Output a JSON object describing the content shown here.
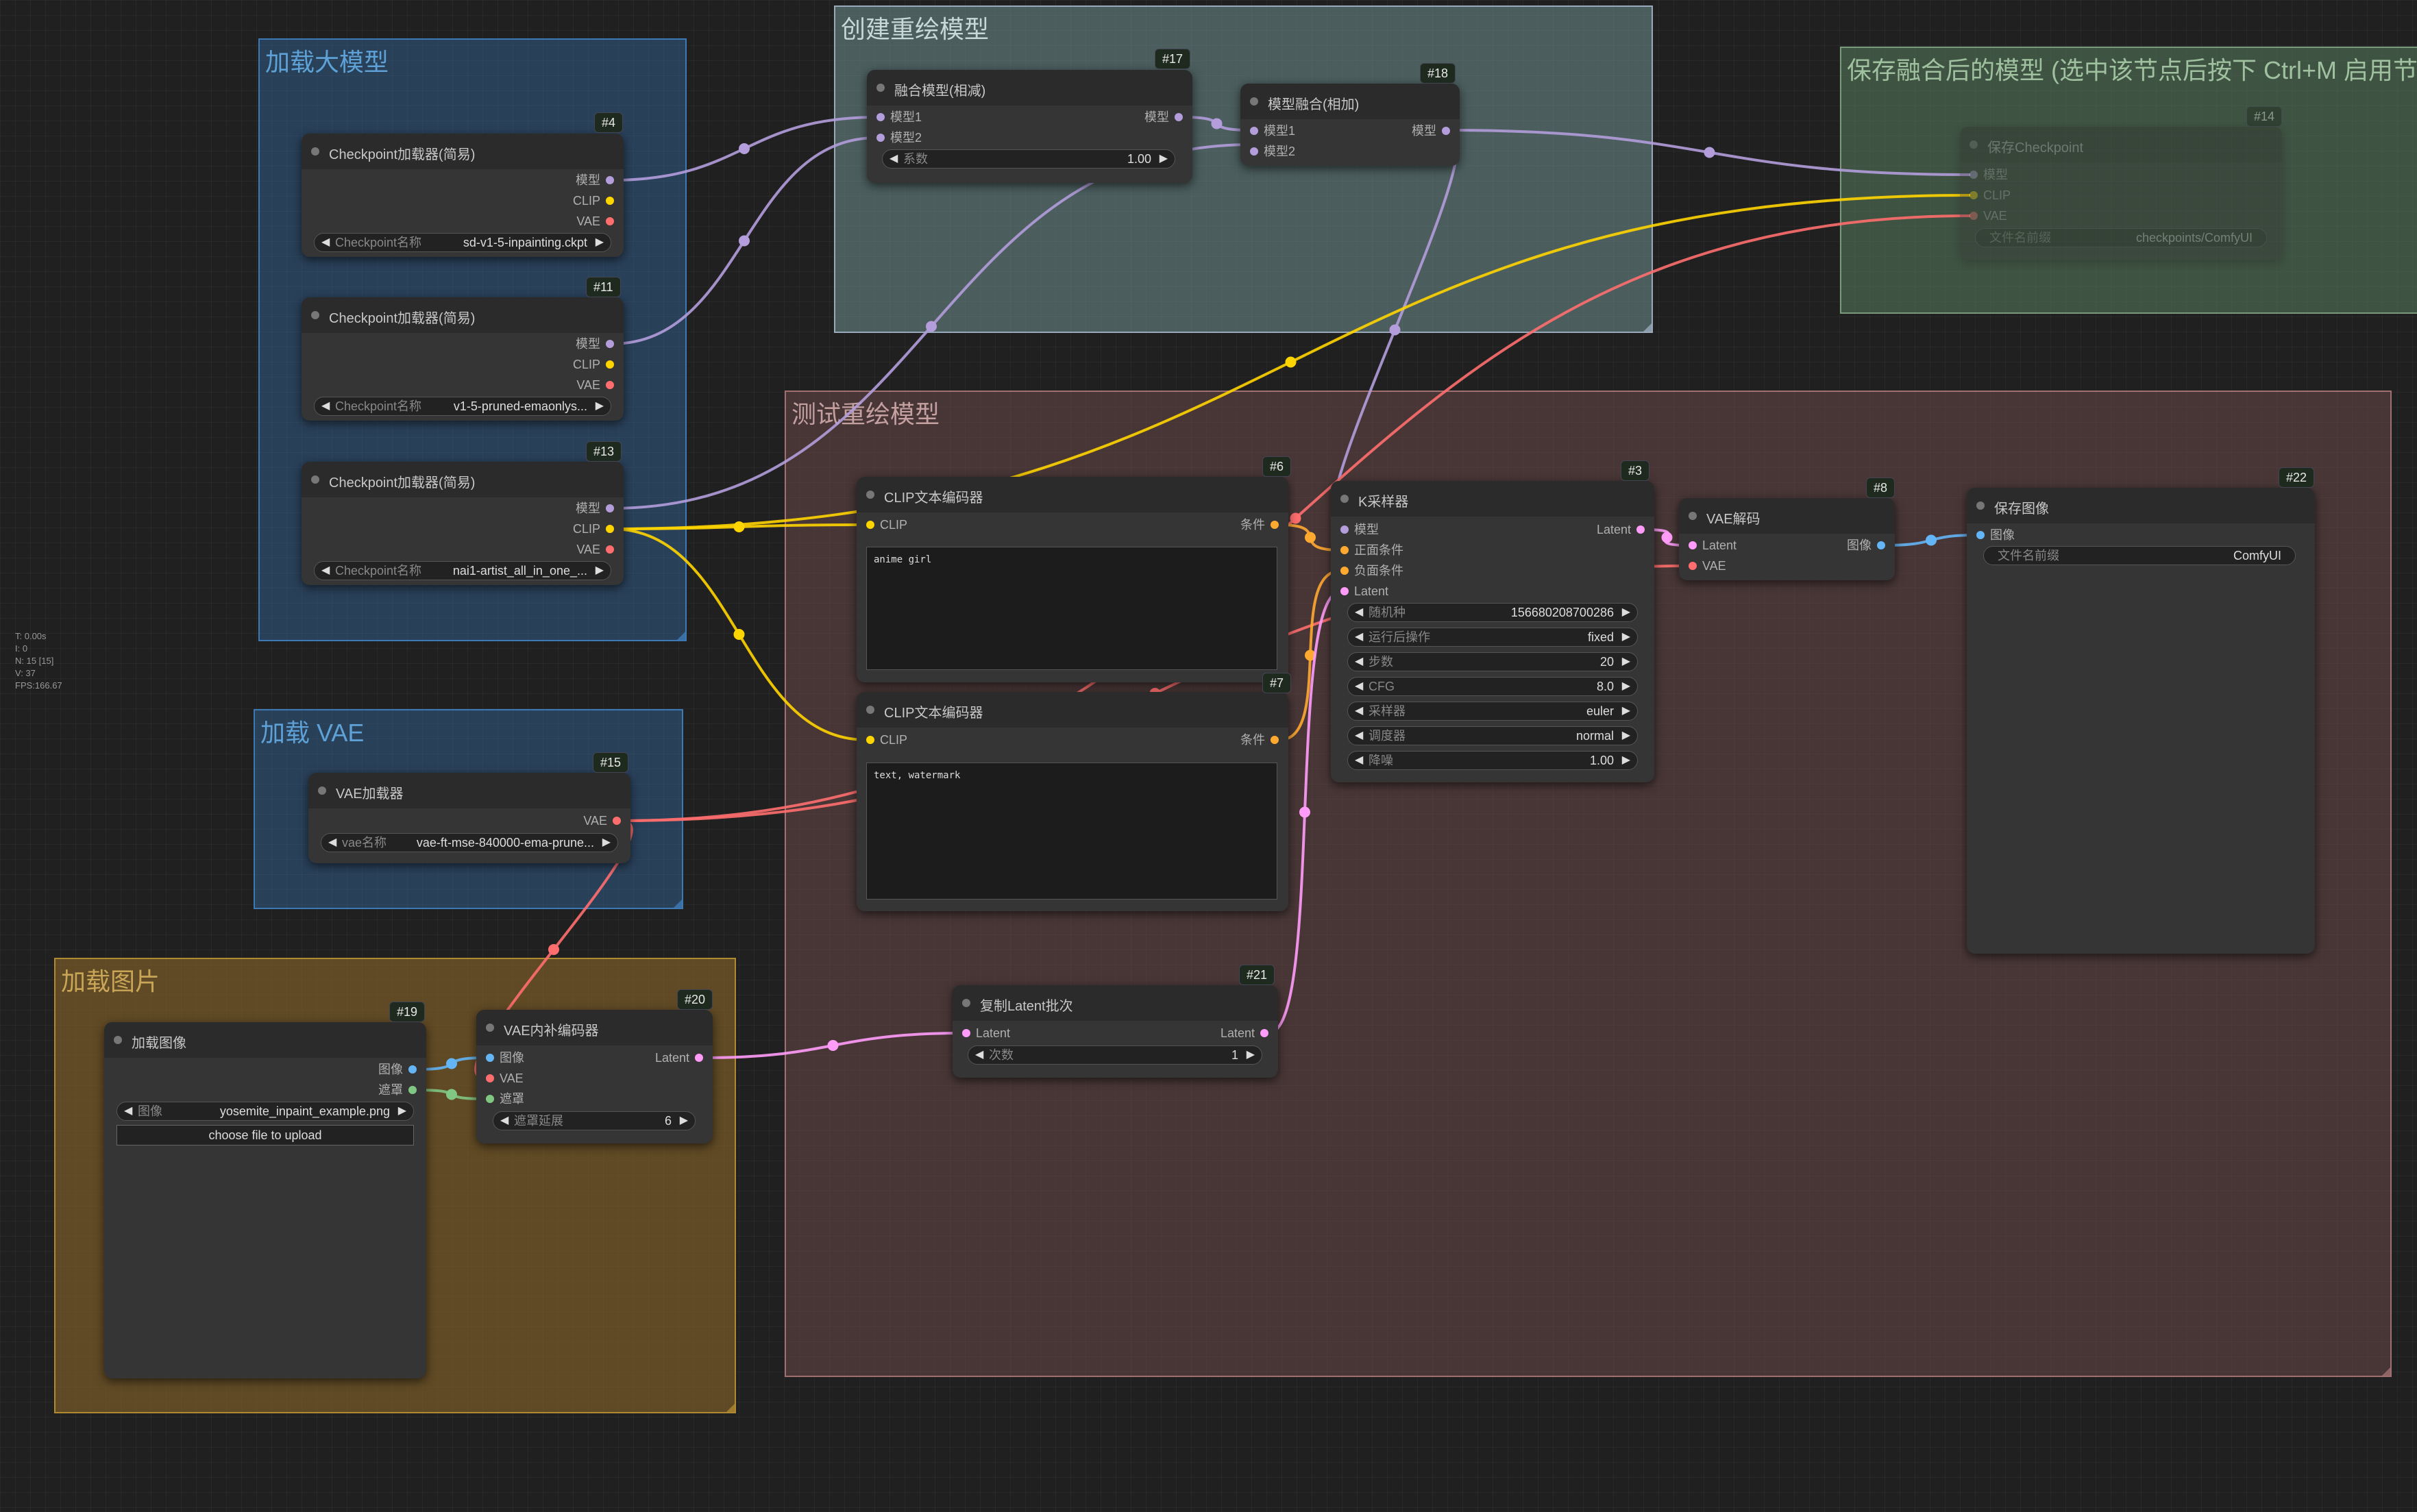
{
  "colors": {
    "model": "#b39ddb",
    "clip": "#ffd500",
    "vae": "#ff6e6e",
    "latent": "#ff9cf9",
    "image": "#64b5f6",
    "mask": "#81c784",
    "conditioning": "#ffa931"
  },
  "stats": [
    "T: 0.00s",
    "I: 0",
    "N: 15 [15]",
    "V: 37",
    "FPS:166.67"
  ],
  "groups": {
    "load_model": "加载大模型",
    "create_model": "创建重绘模型",
    "save_merged": "保存融合后的模型 (选中该节点后按下 Ctrl+M 启用节",
    "test_model": "测试重绘模型",
    "load_vae": "加载 VAE",
    "load_image": "加载图片"
  },
  "nodes": {
    "n4": {
      "id": "#4",
      "title": "Checkpoint加载器(简易)",
      "out_model": "模型",
      "out_clip": "CLIP",
      "out_vae": "VAE",
      "w_label": "Checkpoint名称",
      "w_value": "sd-v1-5-inpainting.ckpt"
    },
    "n11": {
      "id": "#11",
      "title": "Checkpoint加载器(简易)",
      "out_model": "模型",
      "out_clip": "CLIP",
      "out_vae": "VAE",
      "w_label": "Checkpoint名称",
      "w_value": "v1-5-pruned-emaonlys..."
    },
    "n13": {
      "id": "#13",
      "title": "Checkpoint加载器(简易)",
      "out_model": "模型",
      "out_clip": "CLIP",
      "out_vae": "VAE",
      "w_label": "Checkpoint名称",
      "w_value": "nai1-artist_all_in_one_..."
    },
    "n17": {
      "id": "#17",
      "title": "融合模型(相减)",
      "in1": "模型1",
      "in2": "模型2",
      "out": "模型",
      "w_label": "系数",
      "w_value": "1.00"
    },
    "n18": {
      "id": "#18",
      "title": "模型融合(相加)",
      "in1": "模型1",
      "in2": "模型2",
      "out": "模型"
    },
    "n14": {
      "id": "#14",
      "title": "保存Checkpoint",
      "in_model": "模型",
      "in_clip": "CLIP",
      "in_vae": "VAE",
      "w_label": "文件名前缀",
      "w_value": "checkpoints/ComfyUI"
    },
    "n6": {
      "id": "#6",
      "title": "CLIP文本编码器",
      "in": "CLIP",
      "out": "条件",
      "text": "anime girl"
    },
    "n7": {
      "id": "#7",
      "title": "CLIP文本编码器",
      "in": "CLIP",
      "out": "条件",
      "text": "text, watermark"
    },
    "n3": {
      "id": "#3",
      "title": "K采样器",
      "in_model": "模型",
      "in_pos": "正面条件",
      "in_neg": "负面条件",
      "in_latent": "Latent",
      "out": "Latent",
      "widgets": [
        {
          "label": "随机种",
          "value": "156680208700286"
        },
        {
          "label": "运行后操作",
          "value": "fixed"
        },
        {
          "label": "步数",
          "value": "20"
        },
        {
          "label": "CFG",
          "value": "8.0"
        },
        {
          "label": "采样器",
          "value": "euler"
        },
        {
          "label": "调度器",
          "value": "normal"
        },
        {
          "label": "降噪",
          "value": "1.00"
        }
      ]
    },
    "n8": {
      "id": "#8",
      "title": "VAE解码",
      "in_latent": "Latent",
      "in_vae": "VAE",
      "out": "图像"
    },
    "n22": {
      "id": "#22",
      "title": "保存图像",
      "in": "图像",
      "w_label": "文件名前缀",
      "w_value": "ComfyUI"
    },
    "n15": {
      "id": "#15",
      "title": "VAE加载器",
      "out": "VAE",
      "w_label": "vae名称",
      "w_value": "vae-ft-mse-840000-ema-prune..."
    },
    "n19": {
      "id": "#19",
      "title": "加载图像",
      "out_image": "图像",
      "out_mask": "遮罩",
      "w_label": "图像",
      "w_value": "yosemite_inpaint_example.png",
      "upload": "choose file to upload"
    },
    "n20": {
      "id": "#20",
      "title": "VAE内补编码器",
      "in_image": "图像",
      "in_vae": "VAE",
      "in_mask": "遮罩",
      "out": "Latent",
      "w_label": "遮罩延展",
      "w_value": "6"
    },
    "n21": {
      "id": "#21",
      "title": "复制Latent批次",
      "in": "Latent",
      "out": "Latent",
      "w_label": "次数",
      "w_value": "1"
    }
  }
}
